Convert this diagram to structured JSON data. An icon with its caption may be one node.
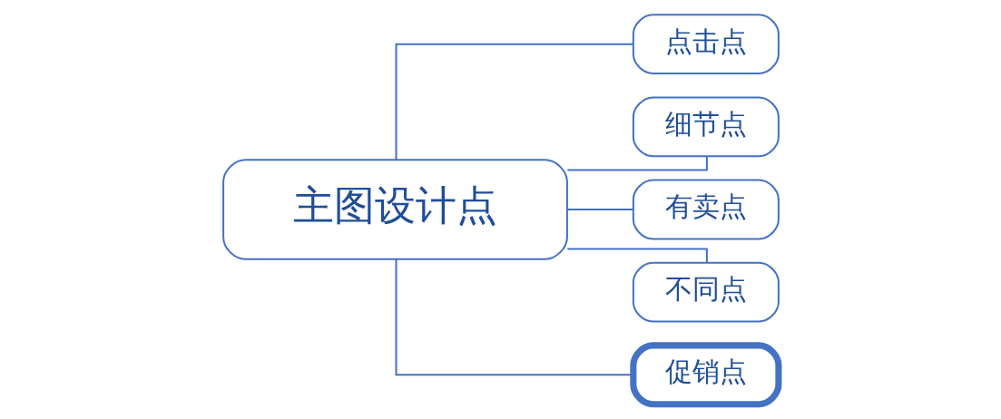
{
  "diagram": {
    "nodes": [
      {
        "text": [
          "主图设计点"
        ]
      },
      {
        "text": [
          "点击点"
        ]
      },
      {
        "text": [
          "细节点"
        ]
      },
      {
        "text": [
          "有卖点"
        ]
      },
      {
        "text": [
          "不同点"
        ]
      },
      {
        "text": [
          "促销点"
        ]
      }
    ],
    "edges": [
      {
        "from": 0,
        "to": 1,
        "arrow": "none"
      },
      {
        "from": 0,
        "to": 2,
        "arrow": "none"
      },
      {
        "from": 0,
        "to": 3,
        "arrow": "none"
      },
      {
        "from": 0,
        "to": 4,
        "arrow": "none"
      },
      {
        "from": 0,
        "to": 5,
        "arrow": "none"
      }
    ]
  }
}
